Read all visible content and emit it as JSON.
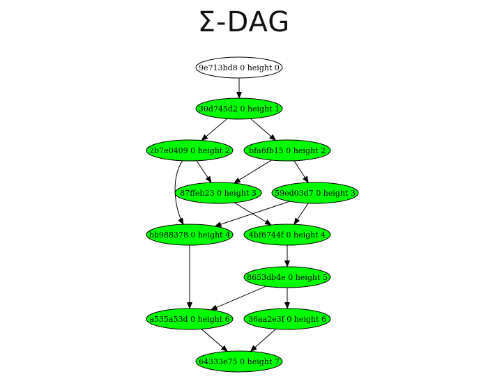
{
  "title": "Σ-DAG",
  "colors": {
    "accepted_fill": "#00ff00",
    "default_fill": "#ffffff",
    "stroke": "#000000"
  },
  "nodes": [
    {
      "id": "9e713bd8",
      "label": "9e713bd8 0 height 0",
      "accepted": false
    },
    {
      "id": "30d745d2",
      "label": "30d745d2 0 height 1",
      "accepted": true
    },
    {
      "id": "2b7e0409",
      "label": "2b7e0409 0 height 2",
      "accepted": true
    },
    {
      "id": "bfa6fb15",
      "label": "bfa6fb15 0 height 2",
      "accepted": true
    },
    {
      "id": "87ffeb23",
      "label": "87ffeb23 0 height 3",
      "accepted": true
    },
    {
      "id": "59ed03d7",
      "label": "59ed03d7 0 height 3",
      "accepted": true
    },
    {
      "id": "bb988378",
      "label": "bb988378 0 height 4",
      "accepted": true
    },
    {
      "id": "4bf6744f",
      "label": "4bf6744f 0 height 4",
      "accepted": true
    },
    {
      "id": "8653db4e",
      "label": "8653db4e 0 height 5",
      "accepted": true
    },
    {
      "id": "a535a53d",
      "label": "a535a53d 0 height 6",
      "accepted": true
    },
    {
      "id": "36aa2e3f",
      "label": "36aa2e3f 0 height 6",
      "accepted": true
    },
    {
      "id": "64333e75",
      "label": "64333e75 0 height 7",
      "accepted": true
    }
  ],
  "edges": [
    {
      "from": "9e713bd8",
      "to": "30d745d2"
    },
    {
      "from": "30d745d2",
      "to": "2b7e0409"
    },
    {
      "from": "30d745d2",
      "to": "bfa6fb15"
    },
    {
      "from": "2b7e0409",
      "to": "87ffeb23"
    },
    {
      "from": "2b7e0409",
      "to": "bb988378"
    },
    {
      "from": "bfa6fb15",
      "to": "87ffeb23"
    },
    {
      "from": "bfa6fb15",
      "to": "59ed03d7"
    },
    {
      "from": "87ffeb23",
      "to": "4bf6744f"
    },
    {
      "from": "59ed03d7",
      "to": "bb988378"
    },
    {
      "from": "59ed03d7",
      "to": "4bf6744f"
    },
    {
      "from": "4bf6744f",
      "to": "8653db4e"
    },
    {
      "from": "bb988378",
      "to": "a535a53d"
    },
    {
      "from": "8653db4e",
      "to": "a535a53d"
    },
    {
      "from": "8653db4e",
      "to": "36aa2e3f"
    },
    {
      "from": "a535a53d",
      "to": "64333e75"
    },
    {
      "from": "36aa2e3f",
      "to": "64333e75"
    }
  ]
}
